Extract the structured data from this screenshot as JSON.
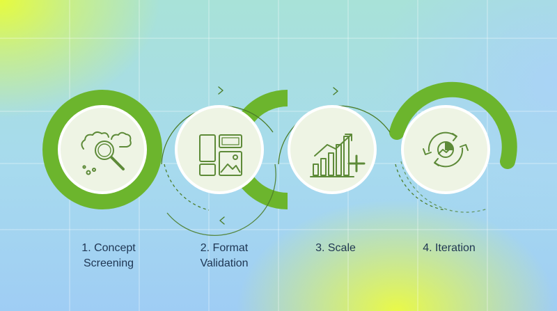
{
  "steps": [
    {
      "label_line1": "1. Concept",
      "label_line2": "Screening",
      "icon": "magnifier-clouds-icon"
    },
    {
      "label_line1": "2. Format",
      "label_line2": "Validation",
      "icon": "layout-formats-icon"
    },
    {
      "label_line1": "3. Scale",
      "label_line2": "",
      "icon": "growth-chart-plus-icon"
    },
    {
      "label_line1": "4. Iteration",
      "label_line2": "",
      "icon": "cycle-pie-icon"
    }
  ],
  "colors": {
    "ring_green": "#6cb52d",
    "icon_green": "#5d8a38",
    "circle_fill": "#eef4e4",
    "arrow_line": "#4c7d2a",
    "text": "#1e3552"
  }
}
